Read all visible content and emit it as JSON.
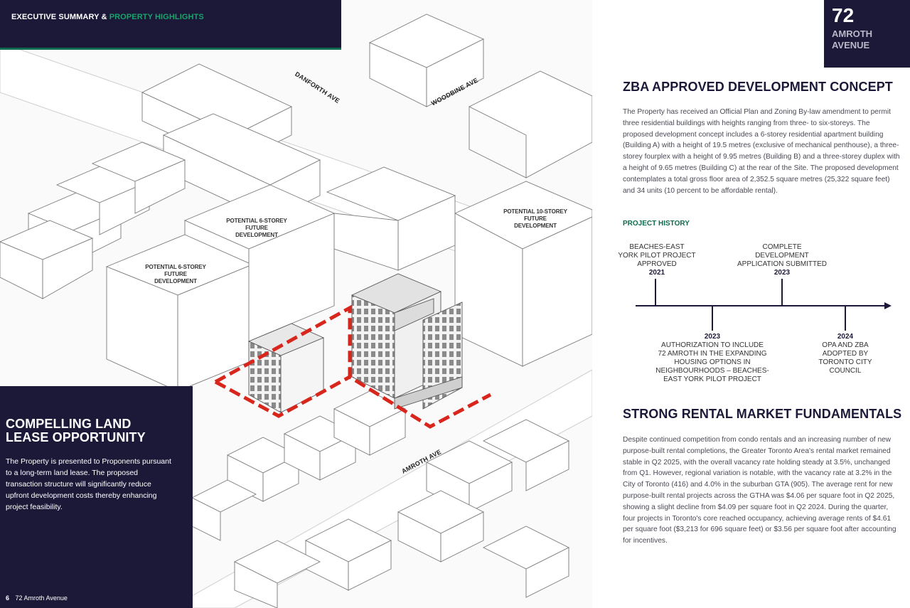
{
  "header": {
    "section": "EXECUTIVE SUMMARY",
    "connector": "&",
    "highlight": "PROPERTY HIGHLIGHTS"
  },
  "address_badge": {
    "number": "72",
    "street_line1": "AMROTH",
    "street_line2": "AVENUE"
  },
  "map": {
    "streets": {
      "danforth": "DANFORTH AVE",
      "woodbine": "WOODBINE AVE",
      "amroth": "AMROTH AVE"
    },
    "labels": {
      "future_6a_line1": "POTENTIAL 6-STOREY FUTURE",
      "future_6a_line2": "DEVELOPMENT",
      "future_6b_line1": "POTENTIAL 6-STOREY FUTURE",
      "future_6b_line2": "DEVELOPMENT",
      "future_10_line1": "POTENTIAL 10-STOREY FUTURE",
      "future_10_line2": "DEVELOPMENT"
    }
  },
  "land_panel": {
    "title_line1": "COMPELLING LAND",
    "title_line2": "LEASE OPPORTUNITY",
    "body": "The Property is presented to Proponents pursuant to a long-term land lease. The proposed transaction structure will significantly reduce upfront development costs thereby enhancing project feasibility."
  },
  "footer": {
    "page_number": "6",
    "page_label": "72 Amroth Avenue"
  },
  "zba": {
    "title": "ZBA APPROVED DEVELOPMENT CONCEPT",
    "body": "The Property has received an Official Plan and Zoning By-law amendment to permit three residential buildings with heights ranging from three- to six-storeys. The proposed development concept includes a 6-storey residential apartment building (Building A) with a height of 19.5 metres (exclusive of mechanical penthouse), a three-storey fourplex with a height of 9.95 metres (Building B) and a three-storey duplex with a height of 9.65 metres (Building C) at the rear of the Site. The proposed development contemplates a total gross floor area of 2,352.5 square metres (25,322 square feet) and 34 units (10 percent to be affordable rental)."
  },
  "project_history": {
    "title": "PROJECT HISTORY",
    "events": [
      {
        "text_lines": [
          "BEACHES-EAST",
          "YORK PILOT PROJECT",
          "APPROVED"
        ],
        "year": "2021"
      },
      {
        "text_lines": [
          "AUTHORIZATION TO INCLUDE",
          "72 AMROTH IN THE EXPANDING",
          "HOUSING OPTIONS IN",
          "NEIGHBOURHOODS – BEACHES-",
          "EAST YORK PILOT PROJECT"
        ],
        "year": "2023"
      },
      {
        "text_lines": [
          "COMPLETE",
          "DEVELOPMENT",
          "APPLICATION SUBMITTED"
        ],
        "year": "2023"
      },
      {
        "text_lines": [
          "OPA AND ZBA",
          "ADOPTED BY",
          "TORONTO CITY",
          "COUNCIL"
        ],
        "year": "2024"
      }
    ]
  },
  "rental": {
    "title": "STRONG RENTAL MARKET FUNDAMENTALS",
    "body": "Despite continued competition from condo rentals and an increasing number of new purpose-built rental completions, the Greater Toronto Area's rental market remained stable in Q2 2025, with the overall vacancy rate holding steady at 3.5%, unchanged from Q1. However, regional variation is notable, with the vacancy rate at 3.2% in the City of Toronto (416) and 4.0% in the suburban GTA (905). The average rent for new purpose-built rental projects across the GTHA was $4.06 per square foot in Q2 2025, showing a slight decline from $4.09 per square foot in Q2 2024. During the quarter, four projects in Toronto's core reached occupancy, achieving average rents of $4.61 per square foot ($3,213 for 696 square feet) or $3.56 per square foot after accounting for incentives."
  },
  "colors": {
    "navy": "#1c1938",
    "green": "#0e6b4f",
    "site_outline": "#d9261c"
  }
}
